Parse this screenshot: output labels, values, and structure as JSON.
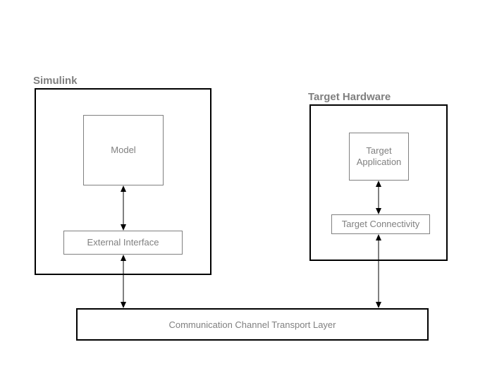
{
  "diagram": {
    "simulink": {
      "label": "Simulink",
      "model_box": "Model",
      "external_interface_box": "External Interface"
    },
    "target_hardware": {
      "label": "Target Hardware",
      "target_application_box": "Target Application",
      "target_connectivity_box": "Target Connectivity"
    },
    "transport_layer_box": "Communication Channel Transport Layer",
    "connectors": [
      "model-to-external-interface",
      "external-interface-to-transport-layer",
      "target-application-to-target-connectivity",
      "target-connectivity-to-transport-layer"
    ]
  },
  "colors": {
    "container_border": "#000000",
    "inner_box_border": "#808080",
    "text": "#808080",
    "arrow": "#000000",
    "background": "#ffffff"
  }
}
